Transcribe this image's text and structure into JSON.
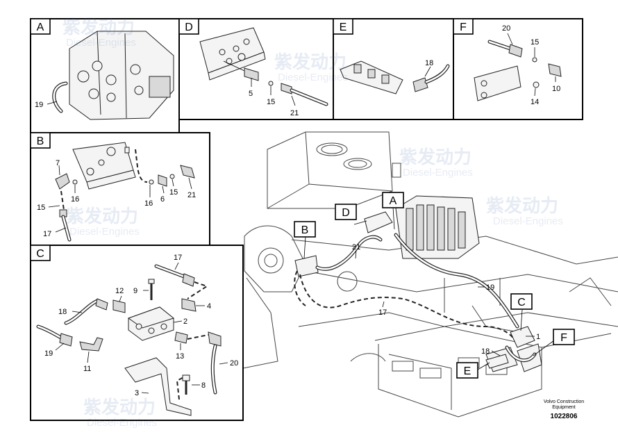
{
  "watermark": {
    "cn": "紫发动力",
    "en": "Diesel-Engines"
  },
  "panels": {
    "A": {
      "label": "A",
      "parts": [
        "19"
      ]
    },
    "B": {
      "label": "B",
      "parts": [
        "7",
        "16",
        "15",
        "17",
        "16",
        "6",
        "15",
        "21"
      ]
    },
    "C": {
      "label": "C",
      "parts": [
        "17",
        "12",
        "9",
        "4",
        "18",
        "2",
        "19",
        "11",
        "13",
        "20",
        "8",
        "3"
      ]
    },
    "D": {
      "label": "D",
      "parts": [
        "5",
        "15",
        "21"
      ]
    },
    "E": {
      "label": "E",
      "parts": [
        "18"
      ]
    },
    "F": {
      "label": "F",
      "parts": [
        "20",
        "15",
        "10",
        "14"
      ]
    }
  },
  "main_view": {
    "callouts": [
      "B",
      "D",
      "A",
      "C",
      "F",
      "E"
    ],
    "parts": [
      "21",
      "19",
      "17",
      "1",
      "18"
    ]
  },
  "footer": {
    "brand": "Volvo Construction",
    "brand_sub": "Equipment",
    "drawing_number": "1022806"
  }
}
